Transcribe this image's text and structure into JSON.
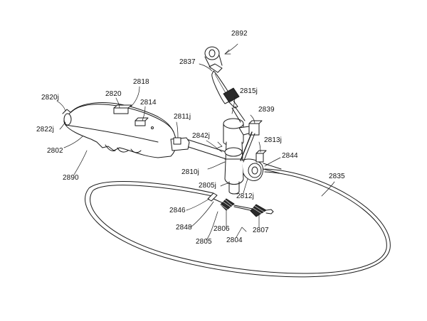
{
  "figure_id": "2892",
  "labels": {
    "l2818": "2818",
    "l2820": "2820",
    "l2814": "2814",
    "l2820j": "2820j",
    "l2822j": "2822j",
    "l2802": "2802",
    "l2890": "2890",
    "l2811j": "2811j",
    "l2842j": "2842j",
    "l2837": "2837",
    "l2815j": "2815j",
    "l2839": "2839",
    "l2813j": "2813j",
    "l2844": "2844",
    "l2810j": "2810j",
    "l2805j": "2805j",
    "l2812j": "2812j",
    "l2835": "2835",
    "l2846": "2846",
    "l2848": "2848",
    "l2806": "2806",
    "l2807": "2807",
    "l2804": "2804",
    "l2805": "2805"
  },
  "colors": {
    "stroke": "#1a1a1a",
    "shade": "#2a2a2a",
    "fill": "#ffffff"
  }
}
